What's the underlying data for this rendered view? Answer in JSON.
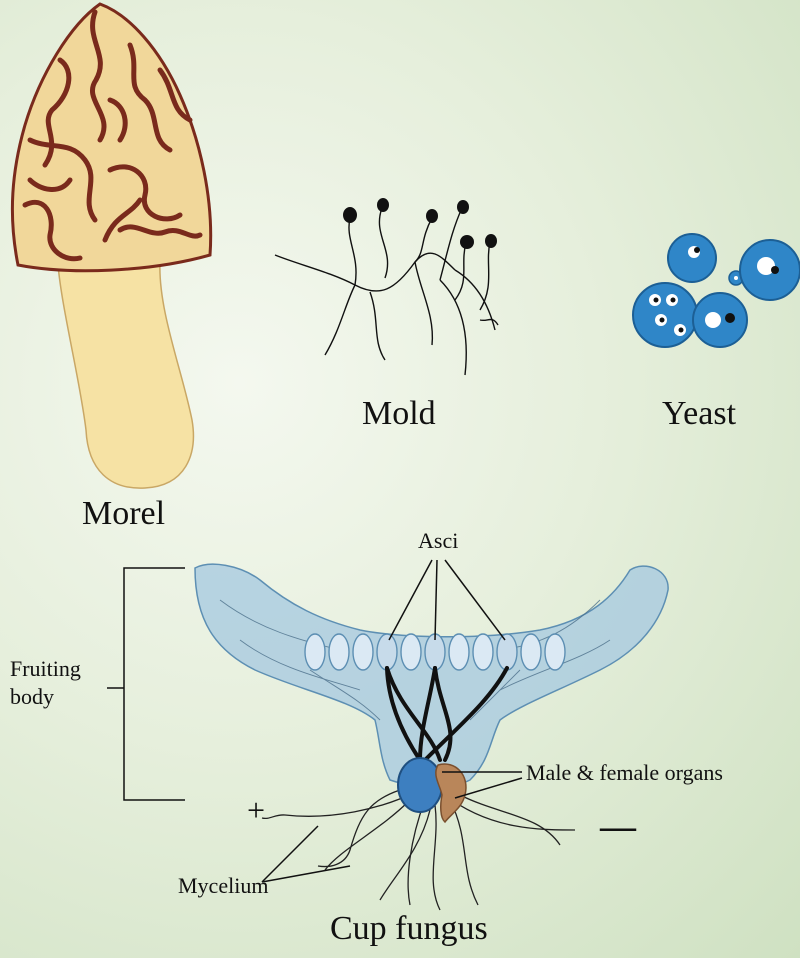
{
  "labels": {
    "morel": "Morel",
    "mold": "Mold",
    "yeast": "Yeast",
    "asci": "Asci",
    "fruiting_body": "Fruiting\nbody",
    "male_female": "Male & female organs",
    "plus": "+",
    "minus": "—",
    "mycelium": "Mycelium",
    "cup_fungus": "Cup fungus"
  },
  "colors": {
    "morel_cap": "#f1d79a",
    "morel_ridges": "#7a2a1c",
    "morel_stem": "#f6e2a4",
    "mold_spores": "#111111",
    "yeast_cell": "#2f86c8",
    "cup_body": "#a9cbe0",
    "asci": "#dbe9f4",
    "male_organ": "#3d7fc0",
    "female_organ": "#b9865a"
  }
}
